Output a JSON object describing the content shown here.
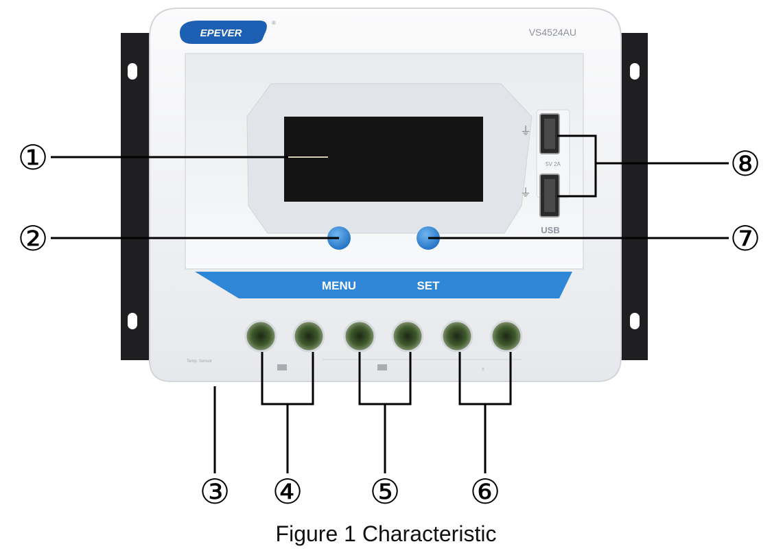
{
  "device": {
    "brand": "EPEVER",
    "model": "VS4524AU",
    "usb_label": "USB",
    "usb_spec": "5V 2A",
    "buttons": {
      "menu": "MENU",
      "set": "SET"
    },
    "vent_text": "Temp. Sensor"
  },
  "callouts": [
    {
      "id": 1,
      "symbol": "①"
    },
    {
      "id": 2,
      "symbol": "②"
    },
    {
      "id": 3,
      "symbol": "③"
    },
    {
      "id": 4,
      "symbol": "④"
    },
    {
      "id": 5,
      "symbol": "⑤"
    },
    {
      "id": 6,
      "symbol": "⑥"
    },
    {
      "id": 7,
      "symbol": "⑦"
    },
    {
      "id": 8,
      "symbol": "⑧"
    }
  ],
  "caption": "Figure 1 Characteristic",
  "colors": {
    "body": "#f2f3f5",
    "bracket": "#1f1f22",
    "screen": "#141414",
    "accent_blue": "#2f86d6",
    "terminal_green": "#3f5a2c"
  }
}
